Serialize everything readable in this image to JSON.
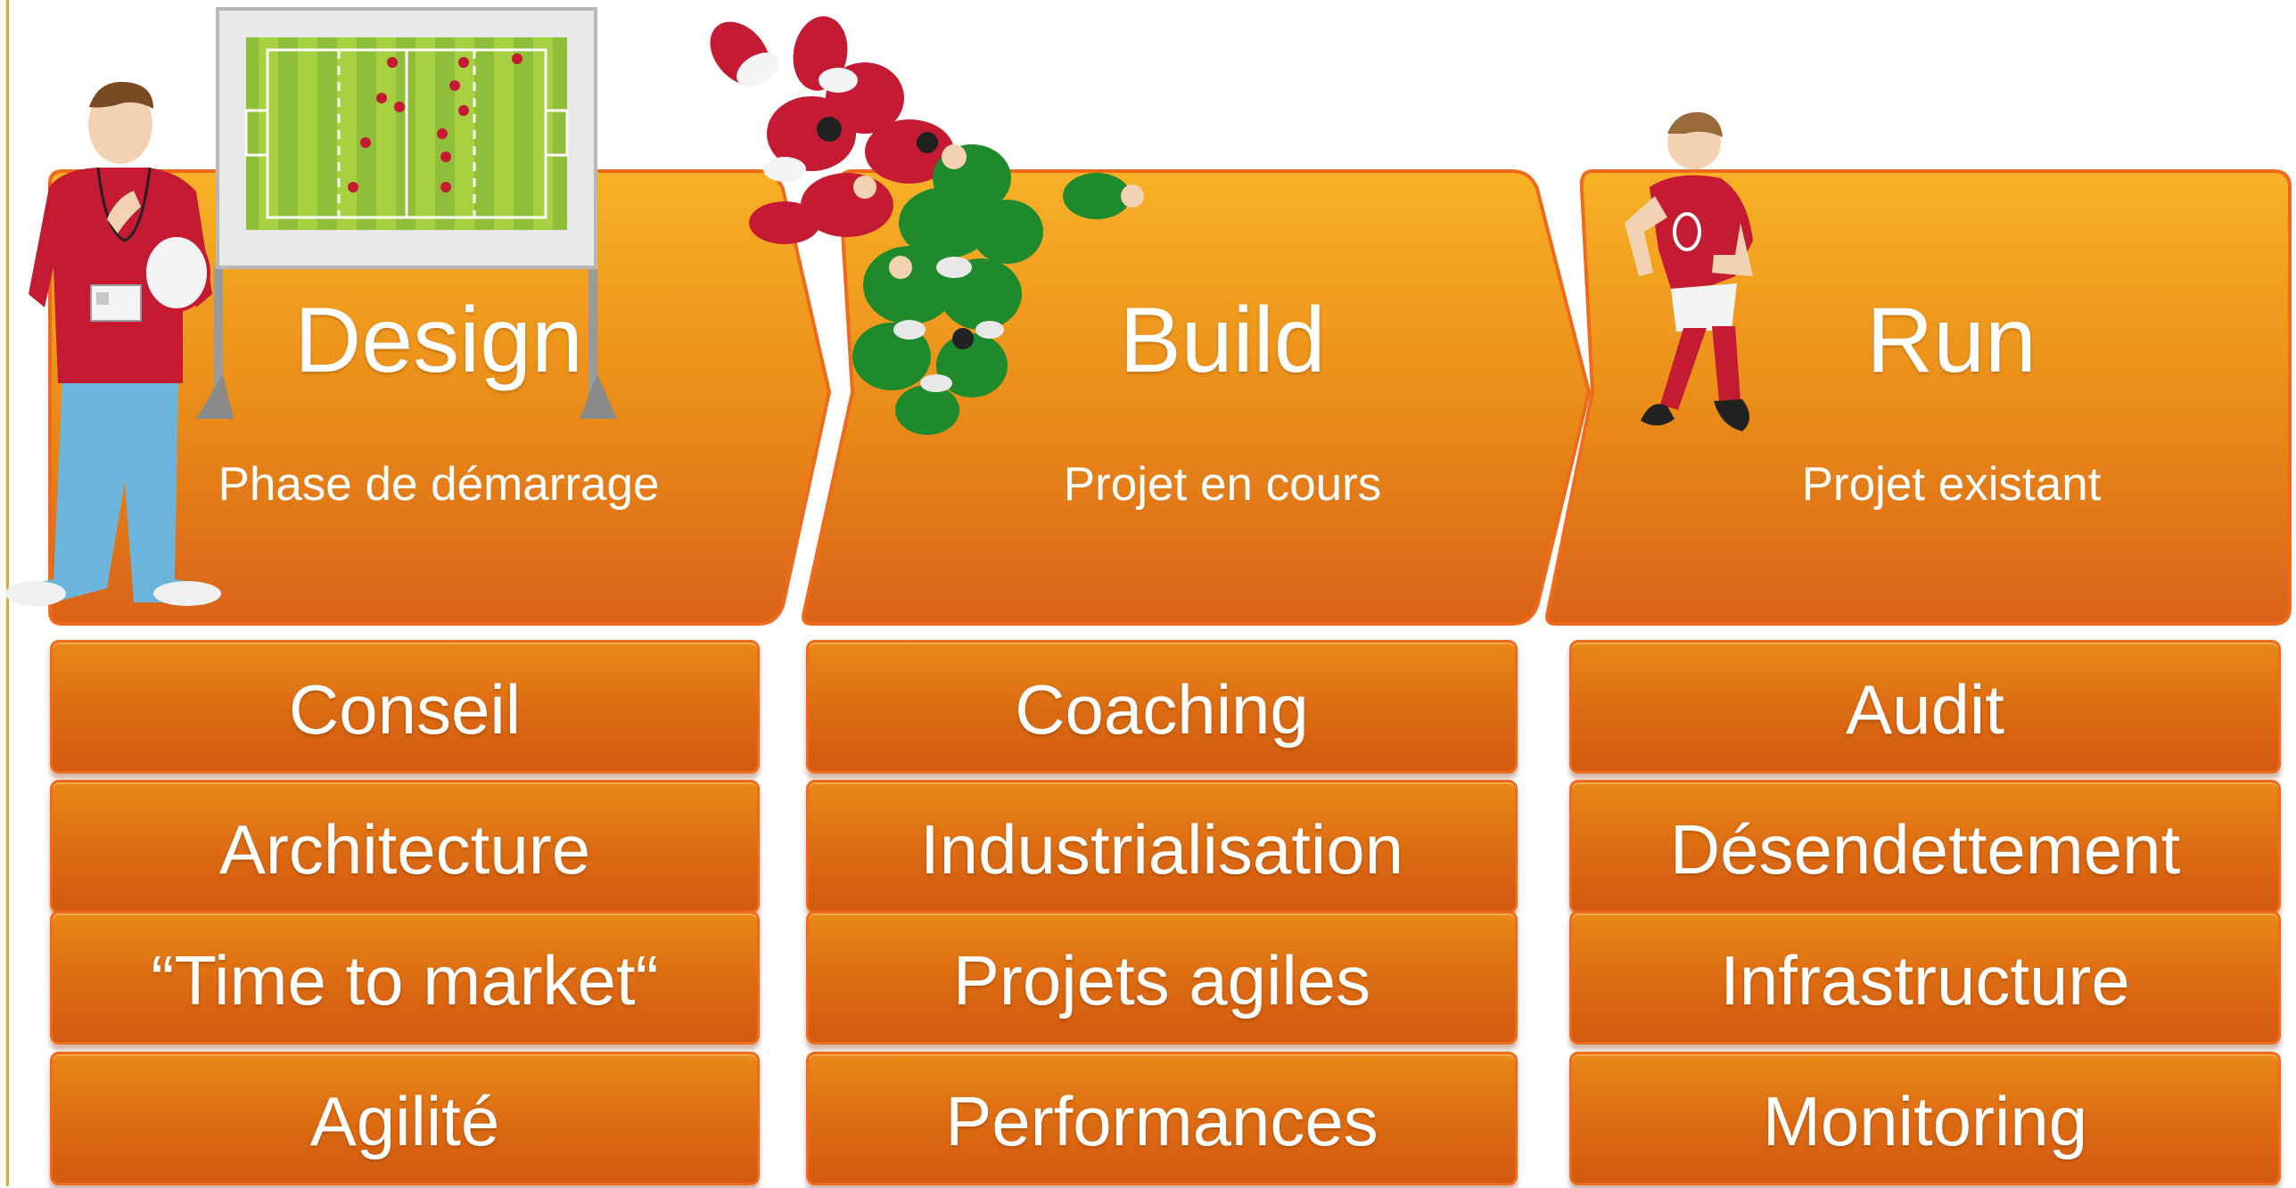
{
  "colors": {
    "orange_top": "#f7b026",
    "orange_bottom": "#d9621a",
    "border": "#ef6a1a",
    "jersey_red": "#c41a32",
    "jersey_green": "#1e8a2c",
    "pitch_green": "#9ac43c"
  },
  "phases": [
    {
      "title": "Design",
      "subtitle": "Phase de démarrage",
      "items": [
        "Conseil",
        "Architecture",
        "“Time to market“",
        "Agilité"
      ]
    },
    {
      "title": "Build",
      "subtitle": "Projet en cours",
      "items": [
        "Coaching",
        "Industrialisation",
        "Projets agiles",
        "Performances"
      ]
    },
    {
      "title": "Run",
      "subtitle": "Projet existant",
      "items": [
        "Audit",
        "Désendettement",
        "Infrastructure",
        "Monitoring"
      ]
    }
  ],
  "illustrations": {
    "design": "coach-with-whiteboard-icon",
    "build": "rugby-scrum-icon",
    "run": "rugby-runner-icon"
  }
}
